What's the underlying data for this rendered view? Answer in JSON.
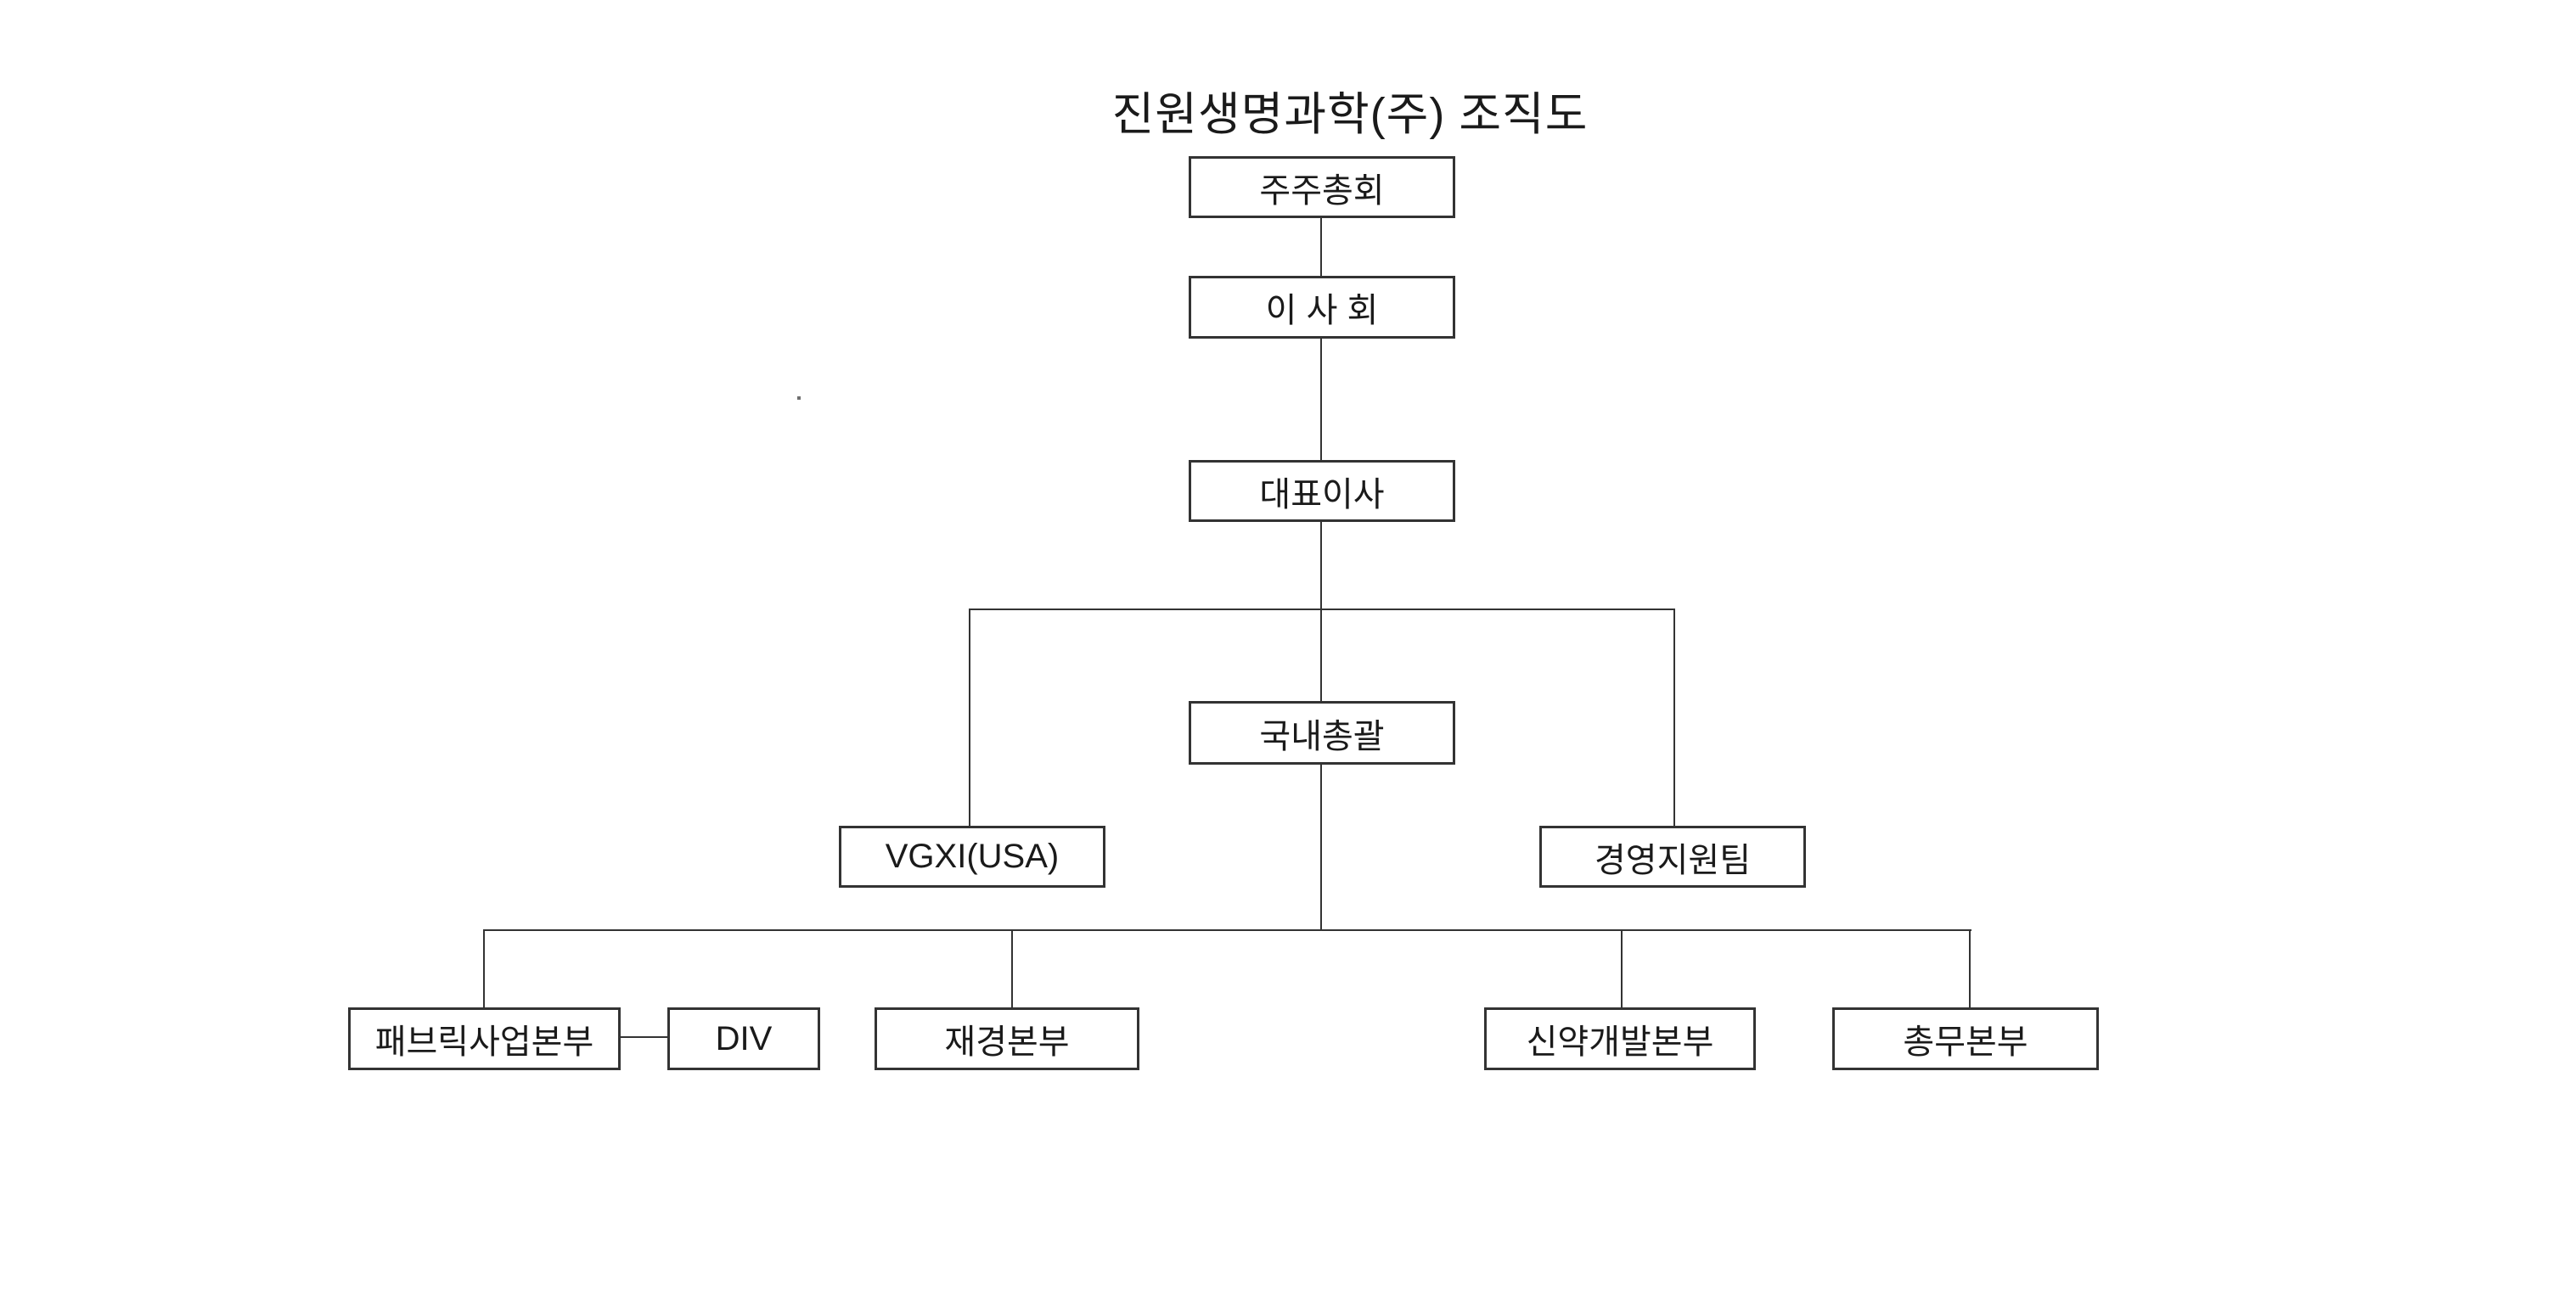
{
  "page": {
    "title": "진원생명과학(주) 조직도"
  },
  "colors": {
    "background": "#ffffff",
    "line": "#333333",
    "text": "#1a1a1a"
  },
  "org_chart": {
    "nodes": [
      {
        "id": "shareholders-meeting",
        "label": "주주총회"
      },
      {
        "id": "board-of-directors",
        "label": "이 사 회"
      },
      {
        "id": "ceo",
        "label": "대표이사"
      },
      {
        "id": "domestic-operations",
        "label": "국내총괄"
      },
      {
        "id": "vgxi-usa",
        "label": "VGXI(USA)"
      },
      {
        "id": "management-support-team",
        "label": "경영지원팀"
      },
      {
        "id": "fabric-business-division",
        "label": "패브릭사업본부"
      },
      {
        "id": "div-unit",
        "label": "DIV"
      },
      {
        "id": "finance-division",
        "label": "재경본부"
      },
      {
        "id": "new-drug-development-division",
        "label": "신약개발본부"
      },
      {
        "id": "general-affairs-division",
        "label": "총무본부"
      }
    ],
    "edges": [
      [
        "shareholders-meeting",
        "board-of-directors"
      ],
      [
        "board-of-directors",
        "ceo"
      ],
      [
        "ceo",
        "vgxi-usa"
      ],
      [
        "ceo",
        "domestic-operations"
      ],
      [
        "ceo",
        "management-support-team"
      ],
      [
        "domestic-operations",
        "fabric-business-division"
      ],
      [
        "domestic-operations",
        "finance-division"
      ],
      [
        "domestic-operations",
        "new-drug-development-division"
      ],
      [
        "domestic-operations",
        "general-affairs-division"
      ],
      [
        "fabric-business-division",
        "div-unit"
      ]
    ]
  }
}
